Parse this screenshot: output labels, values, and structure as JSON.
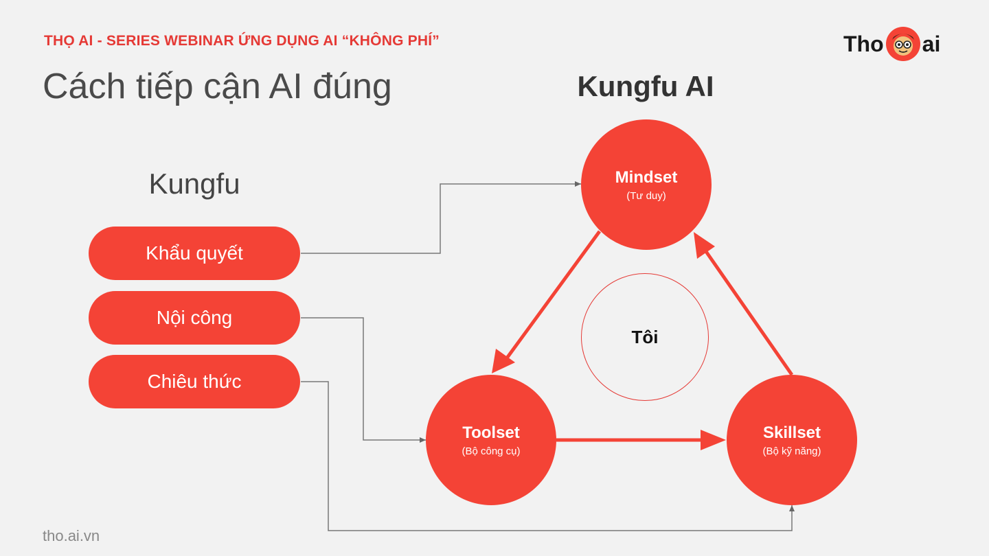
{
  "header": {
    "series_label": "THỌ AI - SERIES WEBINAR ỨNG DỤNG AI “KHÔNG PHÍ”",
    "page_title": "Cách tiếp cận AI đúng",
    "logo_left": "Tho",
    "logo_right": "ai"
  },
  "left_panel": {
    "heading": "Kungfu",
    "items": [
      "Khẩu quyết",
      "Nội công",
      "Chiêu thức"
    ]
  },
  "diagram": {
    "title": "Kungfu AI",
    "center": "Tôi",
    "nodes": {
      "mindset": {
        "label": "Mindset",
        "sub": "(Tư duy)"
      },
      "toolset": {
        "label": "Toolset",
        "sub": "(Bộ công cụ)"
      },
      "skillset": {
        "label": "Skillset",
        "sub": "(Bộ kỹ năng)"
      }
    }
  },
  "footer": {
    "site": "tho.ai.vn"
  },
  "colors": {
    "accent": "#f44336",
    "title_red": "#e53935",
    "text_dark": "#4a4a4a"
  }
}
